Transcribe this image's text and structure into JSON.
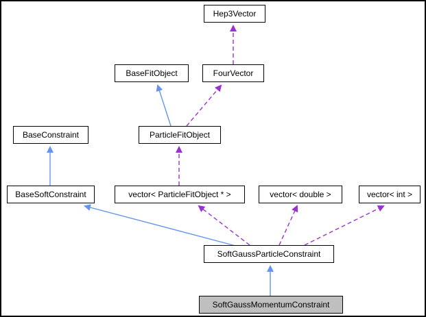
{
  "diagram": {
    "type": "class-collaboration-diagram",
    "colors": {
      "inheritance_arrow": "#6495ED",
      "usage_arrow": "#9A32CD",
      "node_background": "#FFFFFF",
      "node_border": "#000000",
      "highlight_background": "#BFBFBF"
    },
    "nodes": [
      {
        "id": "hep3vector",
        "label": "Hep3Vector",
        "highlighted": false
      },
      {
        "id": "basefitobject",
        "label": "BaseFitObject",
        "highlighted": false
      },
      {
        "id": "fourvector",
        "label": "FourVector",
        "highlighted": false
      },
      {
        "id": "baseconstraint",
        "label": "BaseConstraint",
        "highlighted": false
      },
      {
        "id": "particlefitobject",
        "label": "ParticleFitObject",
        "highlighted": false
      },
      {
        "id": "basesoftconstraint",
        "label": "BaseSoftConstraint",
        "highlighted": false
      },
      {
        "id": "vector-particlefitobject-ptr",
        "label": "vector< ParticleFitObject * >",
        "highlighted": false
      },
      {
        "id": "vector-double",
        "label": "vector< double >",
        "highlighted": false
      },
      {
        "id": "vector-int",
        "label": "vector< int >",
        "highlighted": false
      },
      {
        "id": "softgaussparticleconstraint",
        "label": "SoftGaussParticleConstraint",
        "highlighted": false
      },
      {
        "id": "softgaussmomentumconstraint",
        "label": "SoftGaussMomentumConstraint",
        "highlighted": true
      }
    ],
    "edges": [
      {
        "from": "FourVector",
        "to": "Hep3Vector",
        "style": "dashed",
        "relation": "usage"
      },
      {
        "from": "ParticleFitObject",
        "to": "BaseFitObject",
        "style": "solid",
        "relation": "inheritance"
      },
      {
        "from": "ParticleFitObject",
        "to": "FourVector",
        "style": "dashed",
        "relation": "usage"
      },
      {
        "from": "BaseSoftConstraint",
        "to": "BaseConstraint",
        "style": "solid",
        "relation": "inheritance"
      },
      {
        "from": "vector< ParticleFitObject * >",
        "to": "ParticleFitObject",
        "style": "dashed",
        "relation": "usage"
      },
      {
        "from": "SoftGaussParticleConstraint",
        "to": "BaseSoftConstraint",
        "style": "solid",
        "relation": "inheritance"
      },
      {
        "from": "SoftGaussParticleConstraint",
        "to": "vector< ParticleFitObject * >",
        "style": "dashed",
        "relation": "usage"
      },
      {
        "from": "SoftGaussParticleConstraint",
        "to": "vector< double >",
        "style": "dashed",
        "relation": "usage"
      },
      {
        "from": "SoftGaussParticleConstraint",
        "to": "vector< int >",
        "style": "dashed",
        "relation": "usage"
      },
      {
        "from": "SoftGaussMomentumConstraint",
        "to": "SoftGaussParticleConstraint",
        "style": "solid",
        "relation": "inheritance"
      }
    ]
  }
}
